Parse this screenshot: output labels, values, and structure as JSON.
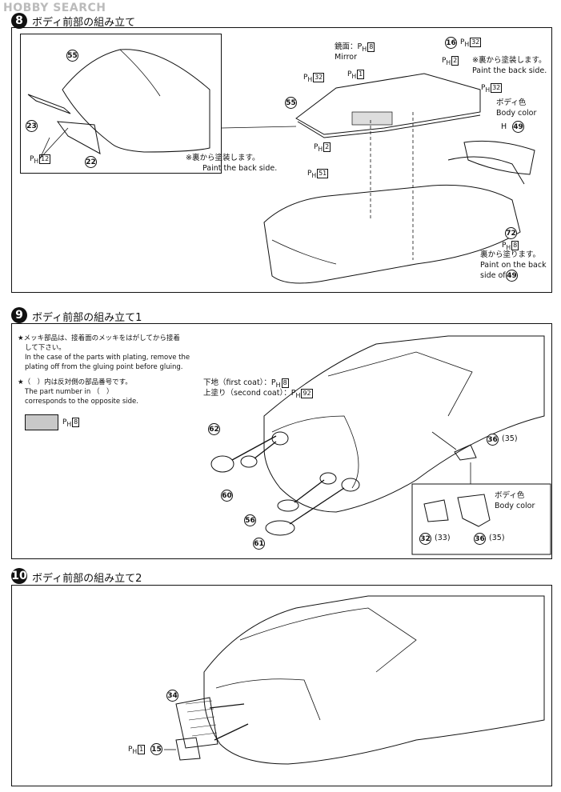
{
  "watermark": "HOBBY SEARCH",
  "step8": {
    "number": "8",
    "title": "ボディ前部の組み立て",
    "labels": {
      "mirror_jp": "鏡面：",
      "mirror_en": "Mirror",
      "ph8": "8",
      "ph32": "32",
      "ph2": "2",
      "ph1": "1",
      "ph12": "12",
      "ph51": "51",
      "back_jp": "※裏から塗装します。",
      "back_en": "Paint the back side.",
      "body_color_jp": "ボディ色",
      "body_color_en": "Body color",
      "h49": "H",
      "paint_back_jp": "裏から塗ります。",
      "paint_back_en1": "Paint on the back",
      "paint_back_en2": "side of"
    },
    "parts": [
      "55",
      "23",
      "22",
      "16",
      "55",
      "49",
      "72",
      "49"
    ]
  },
  "step9": {
    "number": "9",
    "title": "ボディ前部の組み立て1",
    "notes": {
      "star1_jp1": "★メッキ部品は、接着面のメッキをはがしてから接着",
      "star1_jp2": "して下さい。",
      "star1_en1": "In the case of the parts with plating, remove the",
      "star1_en2": "plating off from the gluing point before gluing.",
      "star2_jp": "★（　）内は反対側の部品番号です。",
      "star2_en1": "The part number in （　）",
      "star2_en2": "corresponds to the opposite side.",
      "swatch_ph": "8"
    },
    "coats": {
      "first": "下地（first coat）：",
      "first_ph": "8",
      "second": "上塗り（second coat）：",
      "second_ph": "92"
    },
    "body_color_jp": "ボディ色",
    "body_color_en": "Body color",
    "parts": [
      "62",
      "60",
      "56",
      "61",
      "36",
      "35",
      "32",
      "33",
      "36",
      "35"
    ]
  },
  "step10": {
    "number": "10",
    "title": "ボディ前部の組み立て2",
    "parts": [
      "34",
      "15"
    ],
    "ph1": "1"
  }
}
